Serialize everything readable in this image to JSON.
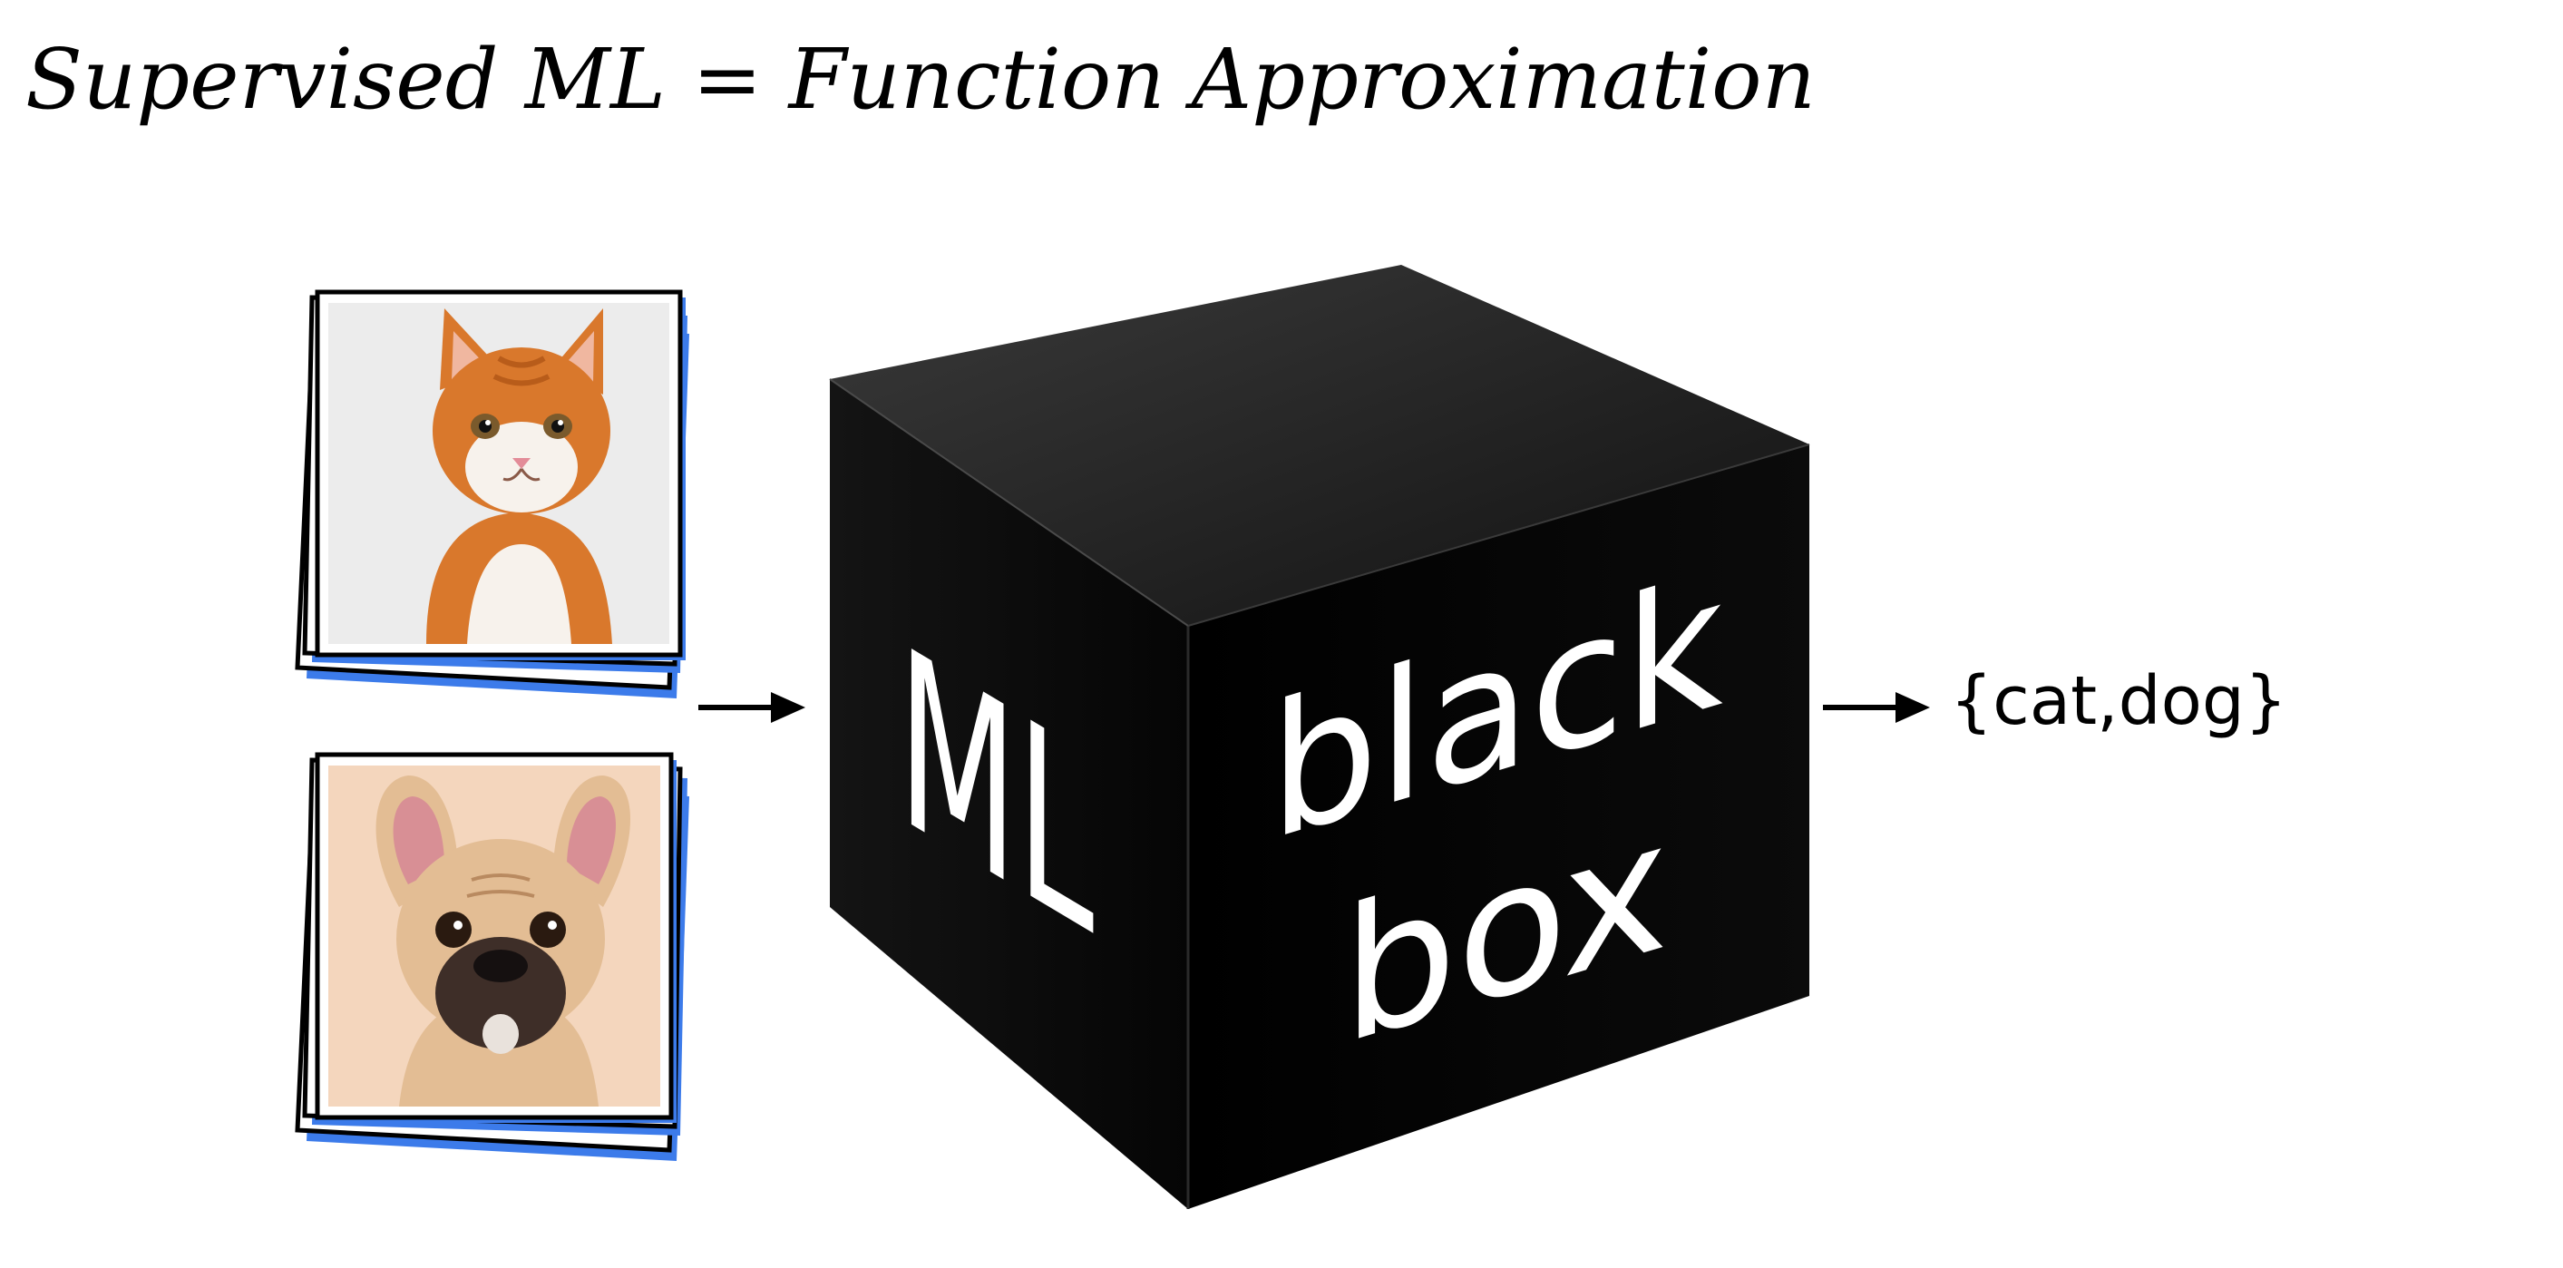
{
  "title": "Supervised ML = Function Approximation",
  "inputs": [
    {
      "label": "cat",
      "icon": "cat-photo"
    },
    {
      "label": "dog",
      "icon": "french-bulldog-photo"
    }
  ],
  "box": {
    "left_face_text": "ML",
    "right_face_text_line1": "black",
    "right_face_text_line2": "box"
  },
  "output": "{cat,dog}",
  "colors": {
    "stack_shadow": "#3c7bea",
    "box_dark": "#000000",
    "box_text": "#ffffff",
    "cat_fur": "#d9782c",
    "dog_fur": "#e3bd94"
  }
}
